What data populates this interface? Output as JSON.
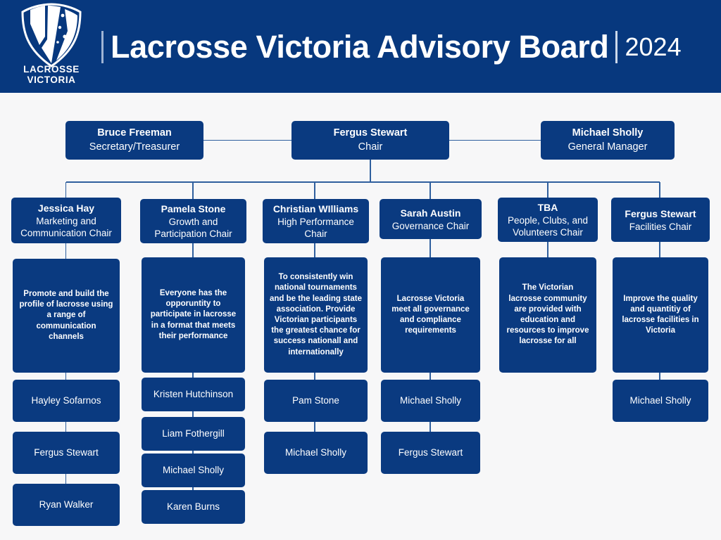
{
  "header": {
    "title": "Lacrosse Victoria Advisory Board",
    "year": "2024",
    "logo_line1": "LACROSSE",
    "logo_line2": "VICTORIA",
    "logo_icon": "shield-southern-cross-icon",
    "background_color": "#07387e"
  },
  "theme": {
    "page_background": "#f7f7f8",
    "node_fill": "#0a3a80",
    "connector_color": "#2f5f9e",
    "node_text": "#ffffff"
  },
  "chart_data": {
    "type": "org-chart",
    "title": "Lacrosse Victoria Advisory Board 2024",
    "top_row": [
      {
        "name": "Bruce Freeman",
        "role": "Secretary/Treasurer"
      },
      {
        "name": "Fergus Stewart",
        "role": "Chair"
      },
      {
        "name": "Michael Sholly",
        "role": "General Manager"
      }
    ],
    "columns": [
      {
        "chair_name": "Jessica Hay",
        "chair_role": "Marketing and Communication Chair",
        "mission": "Promote and build the profile of lacrosse using a range of communication channels",
        "members": [
          "Hayley Sofarnos",
          "Fergus Stewart",
          "Ryan Walker"
        ]
      },
      {
        "chair_name": "Pamela Stone",
        "chair_role": "Growth and Participation Chair",
        "mission": "Everyone has the opporuntity to participate in lacrosse in a format that meets their performance",
        "members": [
          "Kristen Hutchinson",
          "Liam Fothergill",
          "Michael Sholly",
          "Karen Burns"
        ]
      },
      {
        "chair_name": "Christian WIlliams",
        "chair_role": "High Performance Chair",
        "mission": "To consistently win national tournaments and be the leading state association. Provide Victorian participants the greatest chance for success nationall and internationally",
        "members": [
          "Pam Stone",
          "Michael Sholly"
        ]
      },
      {
        "chair_name": "Sarah Austin",
        "chair_role": "Governance Chair",
        "mission": "Lacrosse Victoria meet all governance and compliance requirements",
        "members": [
          "Michael Sholly",
          "Fergus Stewart"
        ]
      },
      {
        "chair_name": "TBA",
        "chair_role": "People, Clubs, and Volunteers Chair",
        "mission": "The Victorian lacrosse community are provided with education and resources to improve lacrosse for all",
        "members": []
      },
      {
        "chair_name": "Fergus  Stewart",
        "chair_role": "Facilities Chair",
        "mission": "Improve the quality and quantitiy of lacrosse facilities in Victoria",
        "members": [
          "Michael Sholly"
        ]
      }
    ]
  }
}
